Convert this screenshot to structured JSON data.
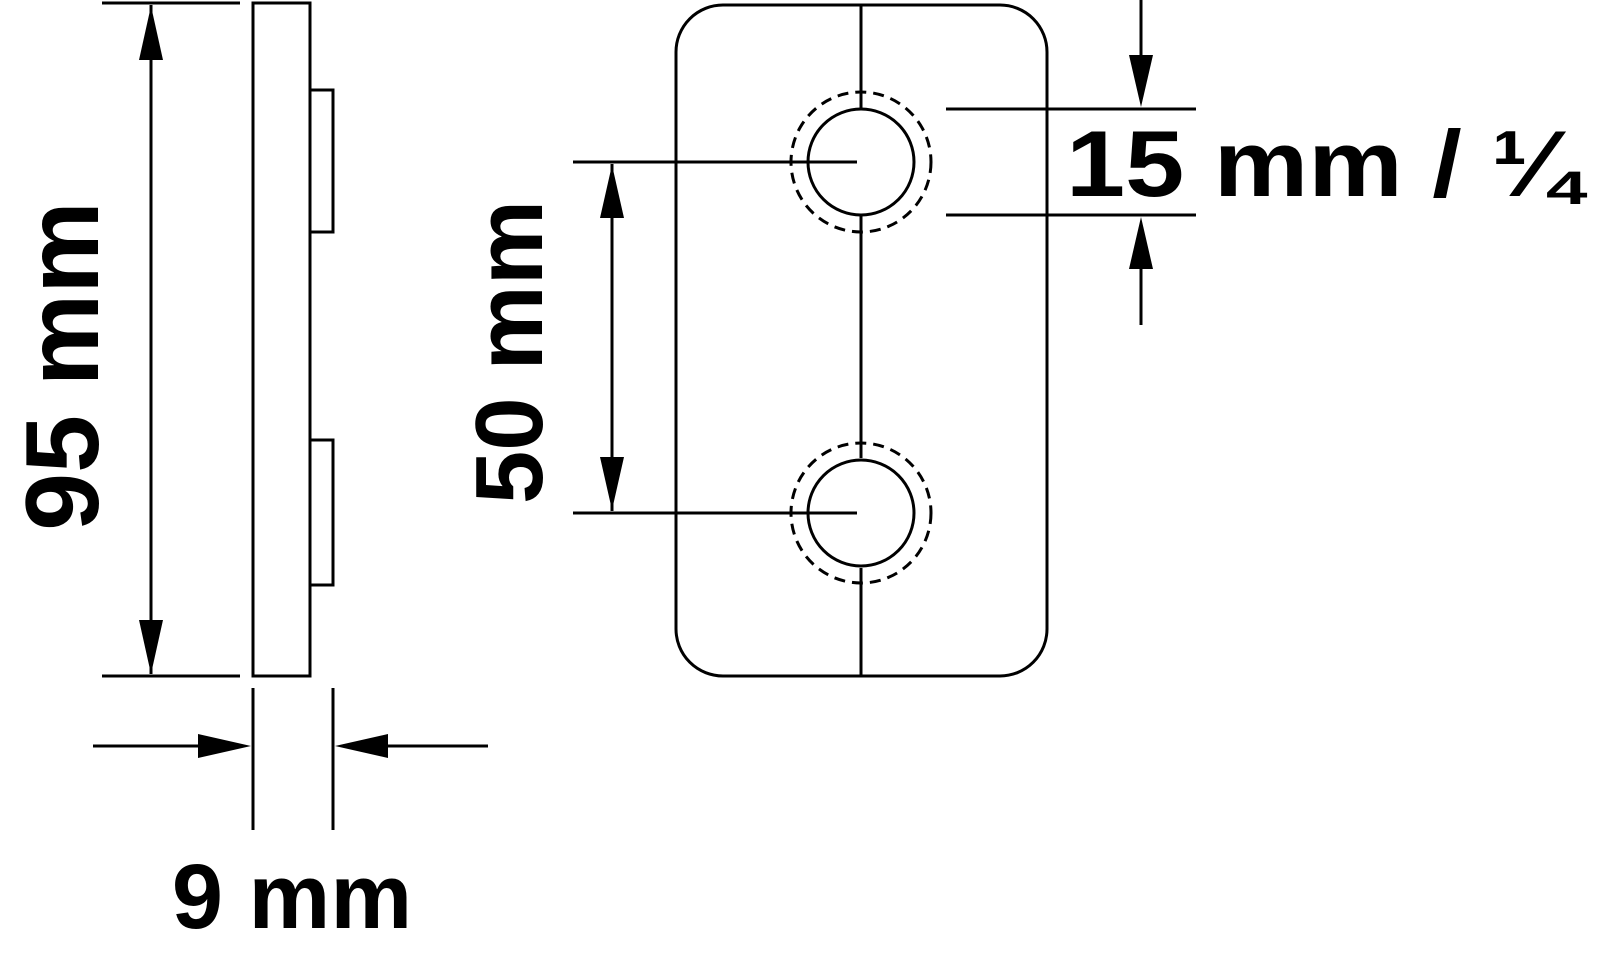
{
  "dimensions": {
    "height_label": "95 mm",
    "thickness_label": "9 mm",
    "hole_spacing_label": "50 mm",
    "hole_diameter_label": "15 mm / ¼"
  },
  "colors": {
    "stroke": "#000000",
    "background": "#ffffff"
  }
}
